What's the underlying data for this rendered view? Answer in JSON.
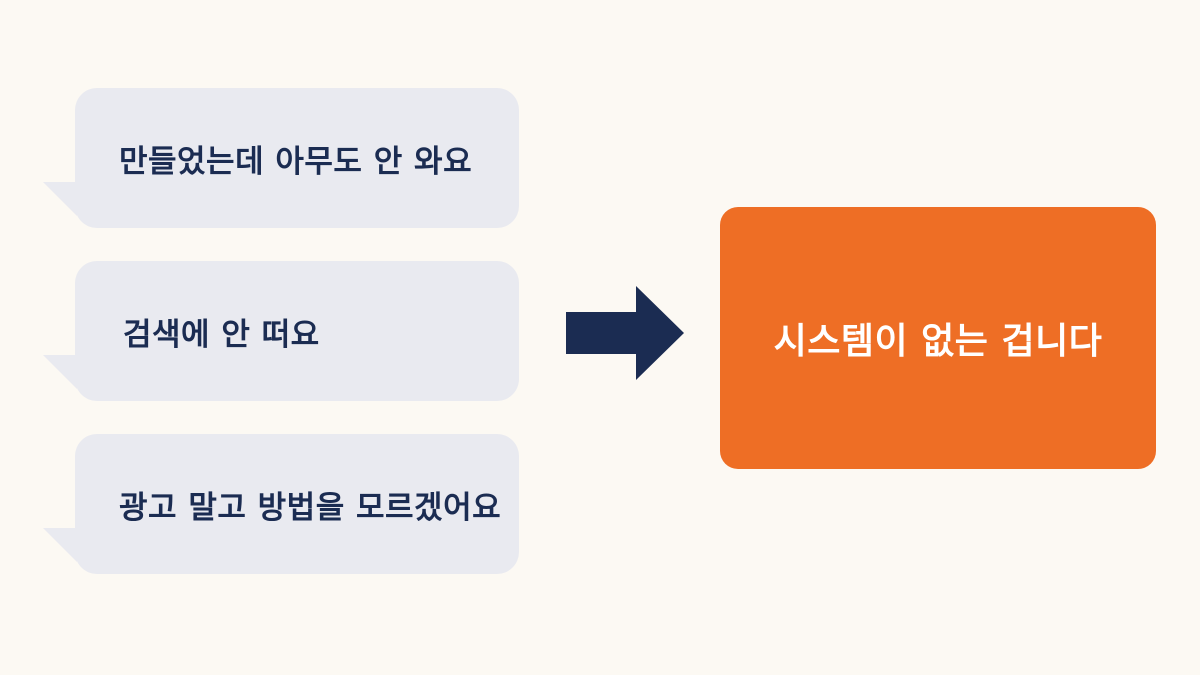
{
  "bubbles": [
    {
      "text": "만들었는데 아무도 안 와요"
    },
    {
      "text": "검색에 안 떠요"
    },
    {
      "text": "광고 말고 방법을 모르겠어요"
    }
  ],
  "result": {
    "text": "시스템이 없는 겁니다"
  },
  "icons": {
    "arrow": "arrow-right-icon"
  },
  "colors": {
    "background": "#fcf9f3",
    "bubble": "#e9eaf0",
    "bubble_text": "#1b2c52",
    "arrow": "#1b2c52",
    "result_box": "#ee6e25",
    "result_text": "#ffffff"
  }
}
